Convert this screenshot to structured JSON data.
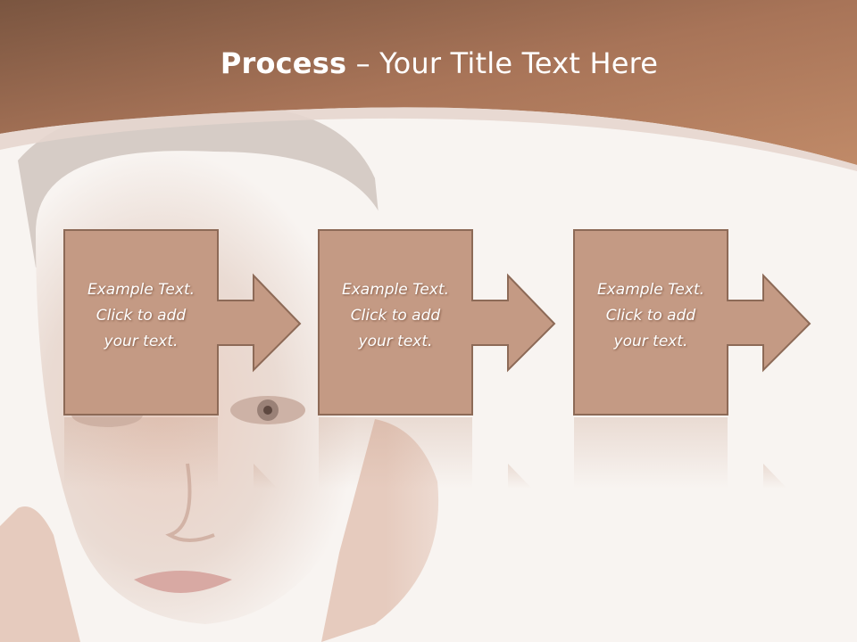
{
  "slide": {
    "title_bold": "Process",
    "title_dash": " – ",
    "title_rest": "Your Title Text Here",
    "steps": [
      {
        "line1": "Example Text.",
        "line2": "Click  to add",
        "line3": "your text."
      },
      {
        "line1": "Example Text.",
        "line2": "Click  to add",
        "line3": "your text."
      },
      {
        "line1": "Example Text.",
        "line2": "Click  to add",
        "line3": "your text."
      }
    ]
  },
  "colors": {
    "header_top": "#7a5540",
    "header_bottom": "#c08a68",
    "box_fill": "#c49a84",
    "box_stroke": "#8d6a57",
    "background": "#f8f4f1"
  },
  "icons": [
    "arrow-right-icon"
  ]
}
